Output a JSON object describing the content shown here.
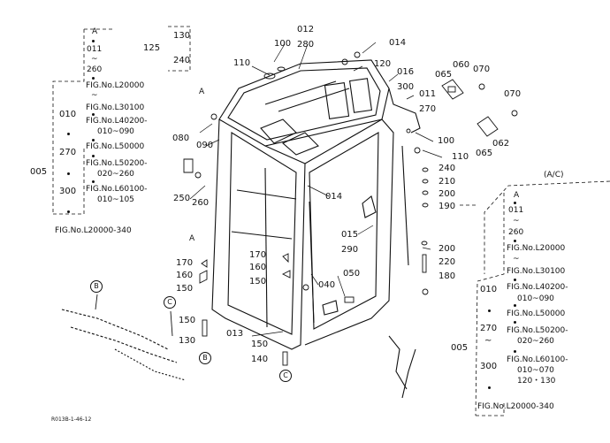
{
  "left_reference": {
    "head": [
      "A",
      "011",
      "~",
      "260"
    ],
    "figs": [
      "FIG.No.L20000",
      "~",
      "FIG.No.L30100",
      "FIG.No.L40200-",
      "010~090",
      "FIG.No.L50000",
      "FIG.No.L50200-",
      "020~260",
      "FIG.No.L60100-",
      "010~105"
    ],
    "serials": [
      "010",
      "270",
      "300"
    ],
    "group": "005",
    "footer": "FIG.No.L20000-340"
  },
  "right_reference": {
    "tag": "(A/C)",
    "head": [
      "A",
      "011",
      "~",
      "260"
    ],
    "figs": [
      "FIG.No.L20000",
      "~",
      "FIG.No.L30100",
      "FIG.No.L40200-",
      "010~090",
      "FIG.No.L50000",
      "FIG.No.L50200-",
      "020~260",
      "FIG.No.L60100-",
      "010~070",
      "120・130"
    ],
    "serials": [
      "010",
      "270",
      "~",
      "300"
    ],
    "group": "005",
    "footer": "FIG.No.L20000-340"
  },
  "part_labels": {
    "p130": "130",
    "p240": "240",
    "p125": "125",
    "p012": "012",
    "p280": "280",
    "p100a": "100",
    "p014a": "014",
    "p110a": "110",
    "p120": "120",
    "p016": "016",
    "p300": "300",
    "p065a": "065",
    "p060": "060",
    "p070a": "070",
    "p011": "011",
    "p270": "270",
    "p070b": "070",
    "p080": "080",
    "p090": "090",
    "p100b": "100",
    "p062": "062",
    "p110b": "110",
    "p065b": "065",
    "p240b": "240",
    "p210": "210",
    "p200a": "200",
    "p190": "190",
    "p250": "250",
    "p260": "260",
    "p014b": "014",
    "p015": "015",
    "p290": "290",
    "p200b": "200",
    "p220": "220",
    "p180": "180",
    "p170a": "170",
    "p160a": "160",
    "p150a": "150",
    "p170b": "170",
    "p160b": "160",
    "p150b": "150",
    "p050": "050",
    "p040": "040",
    "p150c": "150",
    "p130b": "130",
    "p013": "013",
    "p150d": "150",
    "p140": "140"
  },
  "view_markers": {
    "a_mid": "A",
    "a_top": "A",
    "b_left": "B",
    "b_bottom": "B",
    "c_left": "C",
    "c_bottom": "C"
  },
  "diagram_code": "R013B-1-46-12"
}
